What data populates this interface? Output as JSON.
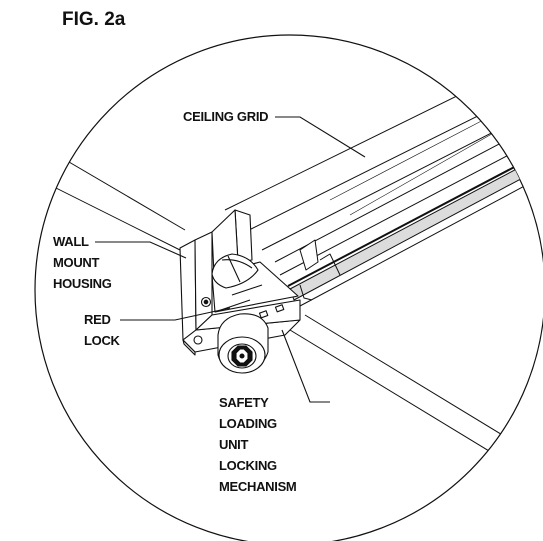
{
  "figure": {
    "title": "FIG. 2a"
  },
  "labels": {
    "ceiling_grid": "CEILING GRID",
    "wall_mount_housing": [
      "WALL",
      "MOUNT",
      "HOUSING"
    ],
    "red_lock": [
      "RED",
      "LOCK"
    ],
    "safety_loading_unit": [
      "SAFETY",
      "LOADING",
      "UNIT",
      "LOCKING",
      "MECHANISM"
    ]
  },
  "colors": {
    "ink": "#111111",
    "background": "#ffffff",
    "shade": "#d9d9d9"
  }
}
